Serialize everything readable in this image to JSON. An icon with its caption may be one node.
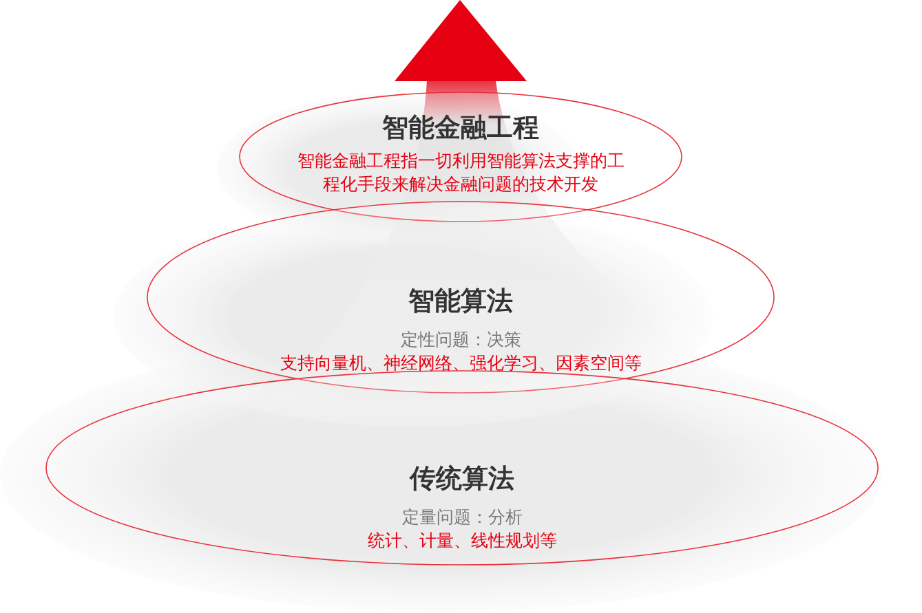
{
  "diagram": {
    "nodes": [
      {
        "text": [
          "智能金融工程",
          "智能金融工程指一切利用智能算法支撑的工程化手段来解决金融问题的技术开发"
        ]
      },
      {
        "text": [
          "智能算法",
          "定性问题：决策",
          "支持向量机、神经网络、强化学习、因素空间等"
        ]
      },
      {
        "text": [
          "传统算法",
          "定量问题：分析",
          "统计、计量、线性规划等"
        ]
      }
    ]
  }
}
